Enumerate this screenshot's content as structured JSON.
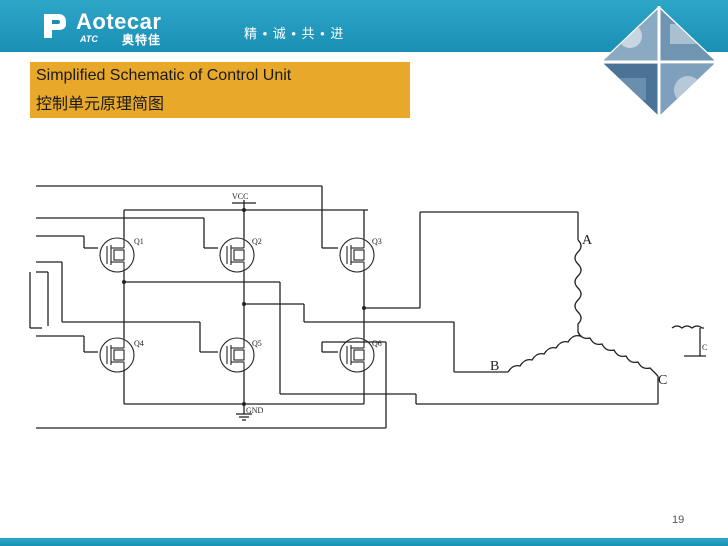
{
  "header": {
    "brand_en": "Aotecar",
    "brand_atc": "ATC",
    "brand_cn": "奥特佳",
    "slogan": "精 • 诚 • 共 • 进",
    "color": "#1a8fb4"
  },
  "title": {
    "en": "Simplified Schematic of Control Unit",
    "cn": "控制单元原理简图",
    "color": "#e8a82a"
  },
  "schematic": {
    "vcc": "VCC",
    "gnd": "GND",
    "transistors": [
      "Q1",
      "Q2",
      "Q3",
      "Q4",
      "Q5",
      "Q6"
    ],
    "phases": [
      "A",
      "B",
      "C"
    ],
    "small_phase": "C"
  },
  "page_number": "19"
}
